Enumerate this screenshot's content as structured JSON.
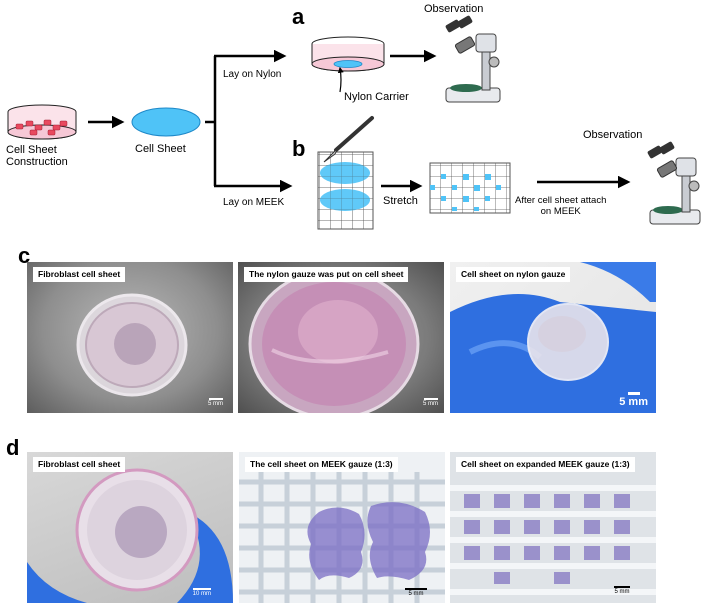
{
  "panels": {
    "a": "a",
    "b": "b",
    "c": "c",
    "d": "d"
  },
  "schematic": {
    "cell_sheet_construction": "Cell Sheet\nConstruction",
    "cell_sheet": "Cell Sheet",
    "lay_on_nylon": "Lay on Nylon",
    "lay_on_meek": "Lay on MEEK",
    "nylon_carrier": "Nylon Carrier",
    "observation_a": "Observation",
    "observation_b": "Observation",
    "stretch": "Stretch",
    "after_attach": "After cell sheet attach\non MEEK"
  },
  "photos_c": [
    {
      "caption": "Fibroblast cell sheet",
      "scale": "5 mm"
    },
    {
      "caption": "The nylon gauze was put on cell sheet",
      "scale": "5 mm"
    },
    {
      "caption": "Cell sheet on nylon gauze",
      "scale": "5 mm"
    }
  ],
  "photos_d": [
    {
      "caption": "Fibroblast cell sheet",
      "scale": "10 mm"
    },
    {
      "caption": "The cell sheet on MEEK gauze (1:3)",
      "scale": "5 mm"
    },
    {
      "caption": "Cell sheet on expanded MEEK gauze (1:3)",
      "scale": "5 mm"
    }
  ],
  "colors": {
    "cell_sheet_blue": "#4fc3f7",
    "arrow": "#000000",
    "glove_blue": "#2f6fe0",
    "meek_stain": "#6b5bb8"
  }
}
